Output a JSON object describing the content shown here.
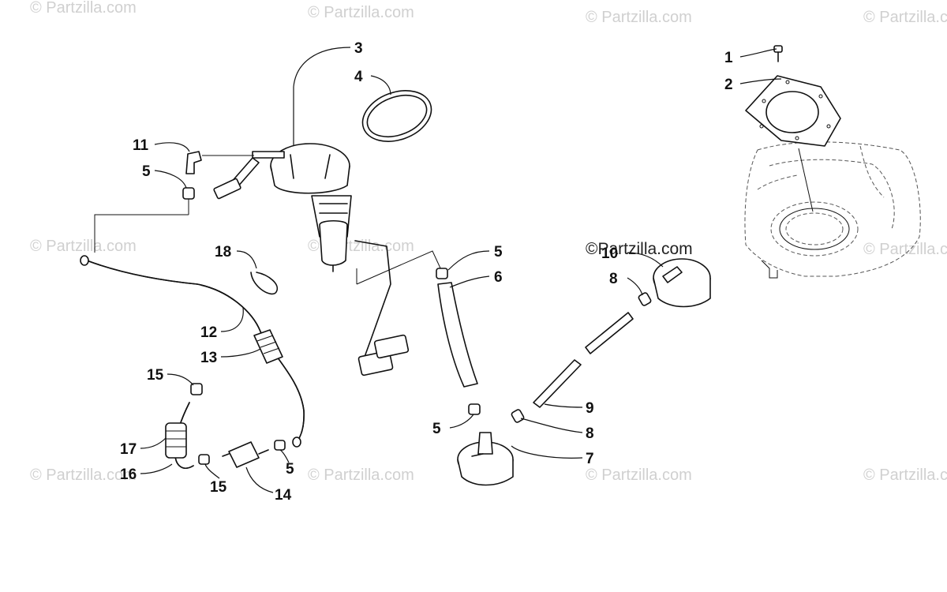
{
  "watermarks": {
    "text": "© Partzilla.com",
    "prominent": "©Partzilla.com"
  },
  "callouts": {
    "c1": "1",
    "c2": "2",
    "c3": "3",
    "c4": "4",
    "c5a": "5",
    "c5b": "5",
    "c5c": "5",
    "c5d": "5",
    "c6": "6",
    "c7": "7",
    "c8a": "8",
    "c8b": "8",
    "c9": "9",
    "c10": "10",
    "c11": "11",
    "c12": "12",
    "c13": "13",
    "c14": "14",
    "c15a": "15",
    "c15b": "15",
    "c16": "16",
    "c17": "17",
    "c18": "18"
  }
}
